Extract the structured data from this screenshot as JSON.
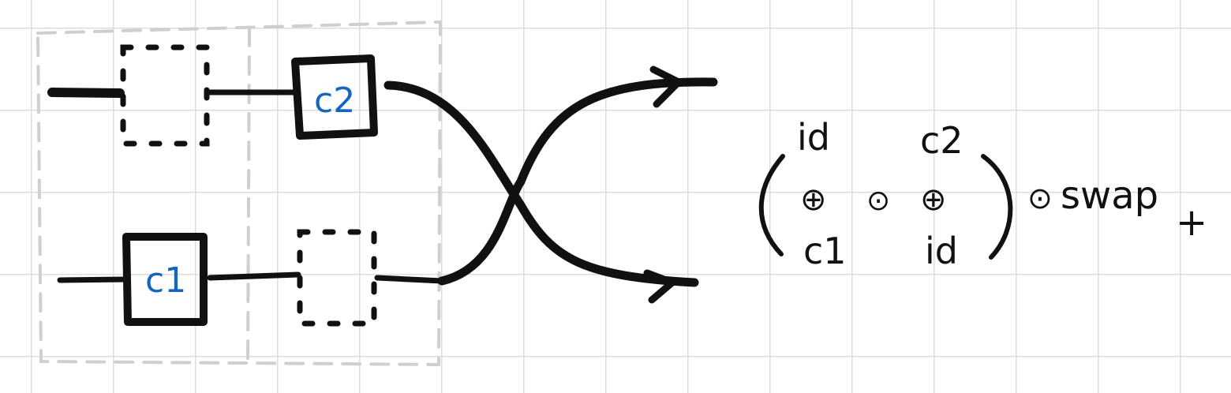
{
  "diagram": {
    "top_box_label": "c2",
    "top_box_sub": "2",
    "bottom_box_label": "c1",
    "bottom_box_sub": "1",
    "ink_color": "#111111",
    "label_color": "#1565c0",
    "grid_color": "#dcdcdc",
    "dashed_group_color": "#cfcfcf"
  },
  "formula": {
    "matrix": {
      "top_left": "id",
      "top_right": "c2",
      "bottom_left": "c1",
      "bottom_right": "id",
      "direct_sum": "⊕",
      "compose": "⊙"
    },
    "compose": "⊙",
    "swap": "swap",
    "swap_subscript": "+"
  }
}
